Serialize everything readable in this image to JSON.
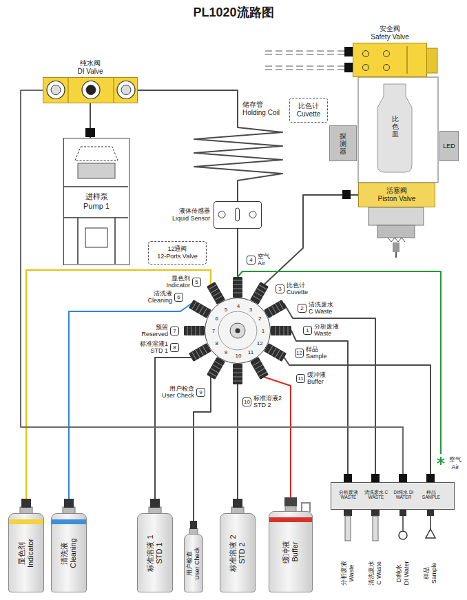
{
  "diagram": {
    "title": "PL1020流路图",
    "nodes": [
      {
        "text": [
          "安全阀",
          "Safety Valve"
        ]
      },
      {
        "text": [
          "纯水阀",
          "DI Valve"
        ]
      },
      {
        "text": [
          "比色计",
          "Cuvette"
        ]
      },
      {
        "text": [
          "探测器"
        ]
      },
      {
        "text": [
          "比色皿"
        ]
      },
      {
        "text": [
          "LED"
        ]
      },
      {
        "text": [
          "进样泵",
          "Pump 1"
        ]
      },
      {
        "text": [
          "活塞阀",
          "Piston Valve"
        ]
      },
      {
        "text": [
          "液体传感器",
          "Liquid Sensor"
        ]
      },
      {
        "text": [
          "12通阀",
          "12-Ports Valve"
        ]
      },
      {
        "text": [
          "1",
          "2",
          "3",
          "4",
          "5",
          "6",
          "7",
          "8",
          "9",
          "10",
          "11",
          "12"
        ]
      },
      {
        "text": [
          "1",
          "分析废液",
          "Waste"
        ]
      },
      {
        "text": [
          "2",
          "清洗废水",
          "C Waste"
        ]
      },
      {
        "text": [
          "3",
          "比色计",
          "Cuvette"
        ]
      },
      {
        "text": [
          "4",
          "空气",
          "Air"
        ]
      },
      {
        "text": [
          "5",
          "显色剂",
          "Indicator"
        ]
      },
      {
        "text": [
          "6",
          "清洗液",
          "Cleaning"
        ]
      },
      {
        "text": [
          "7",
          "预留",
          "Reserved"
        ]
      },
      {
        "text": [
          "8",
          "标准溶液1",
          "STD 1"
        ]
      },
      {
        "text": [
          "9",
          "用户检查",
          "User Check"
        ]
      },
      {
        "text": [
          "10",
          "标准溶液2",
          "STD 2"
        ]
      },
      {
        "text": [
          "11",
          "缓冲液",
          "Buffer"
        ]
      },
      {
        "text": [
          "12",
          "样品",
          "Sample"
        ]
      },
      {
        "text": [
          "空气",
          "Air"
        ]
      },
      {
        "text": [
          "分析废液 WASTE",
          "清洗废水 C WASTE",
          "DI纯水 DI WATER",
          "样品 SAMPLE"
        ]
      },
      {
        "text": [
          "显色剂",
          "Indicator"
        ]
      },
      {
        "text": [
          "清洗液",
          "Cleaning"
        ]
      },
      {
        "text": [
          "标准溶液 1",
          "STD 1"
        ]
      },
      {
        "text": [
          "用户检查",
          "User Check"
        ]
      },
      {
        "text": [
          "标准溶液 2",
          "STD 2"
        ]
      },
      {
        "text": [
          "缓冲液",
          "Buffer"
        ]
      }
    ],
    "edges": [
      {
        "from": 1,
        "to": 6,
        "arrow": "none"
      },
      {
        "from": 1,
        "to": 8,
        "arrow": "none"
      },
      {
        "from": 8,
        "to": 10,
        "arrow": "none"
      },
      {
        "from": 10,
        "to": 7,
        "arrow": "none"
      },
      {
        "from": 10,
        "to": 24,
        "arrow": "none"
      },
      {
        "from": 10,
        "to": 24,
        "arrow": "none"
      },
      {
        "from": 10,
        "to": 24,
        "arrow": "none"
      },
      {
        "from": 10,
        "to": 23,
        "arrow": "none"
      },
      {
        "from": 25,
        "to": 10,
        "arrow": "none"
      },
      {
        "from": 26,
        "to": 10,
        "arrow": "none"
      },
      {
        "from": 27,
        "to": 10,
        "arrow": "none"
      },
      {
        "from": 28,
        "to": 10,
        "arrow": "none"
      },
      {
        "from": 29,
        "to": 10,
        "arrow": "none"
      },
      {
        "from": 30,
        "to": 10,
        "arrow": "none"
      },
      {
        "from": 1,
        "to": 24,
        "arrow": "none"
      }
    ],
    "labels": [
      "储存管",
      "Holding Coil",
      "分析废液",
      "Waste",
      "清洗废水",
      "C Waste",
      "DI纯水",
      "DI Water",
      "样品",
      "Sample"
    ]
  }
}
